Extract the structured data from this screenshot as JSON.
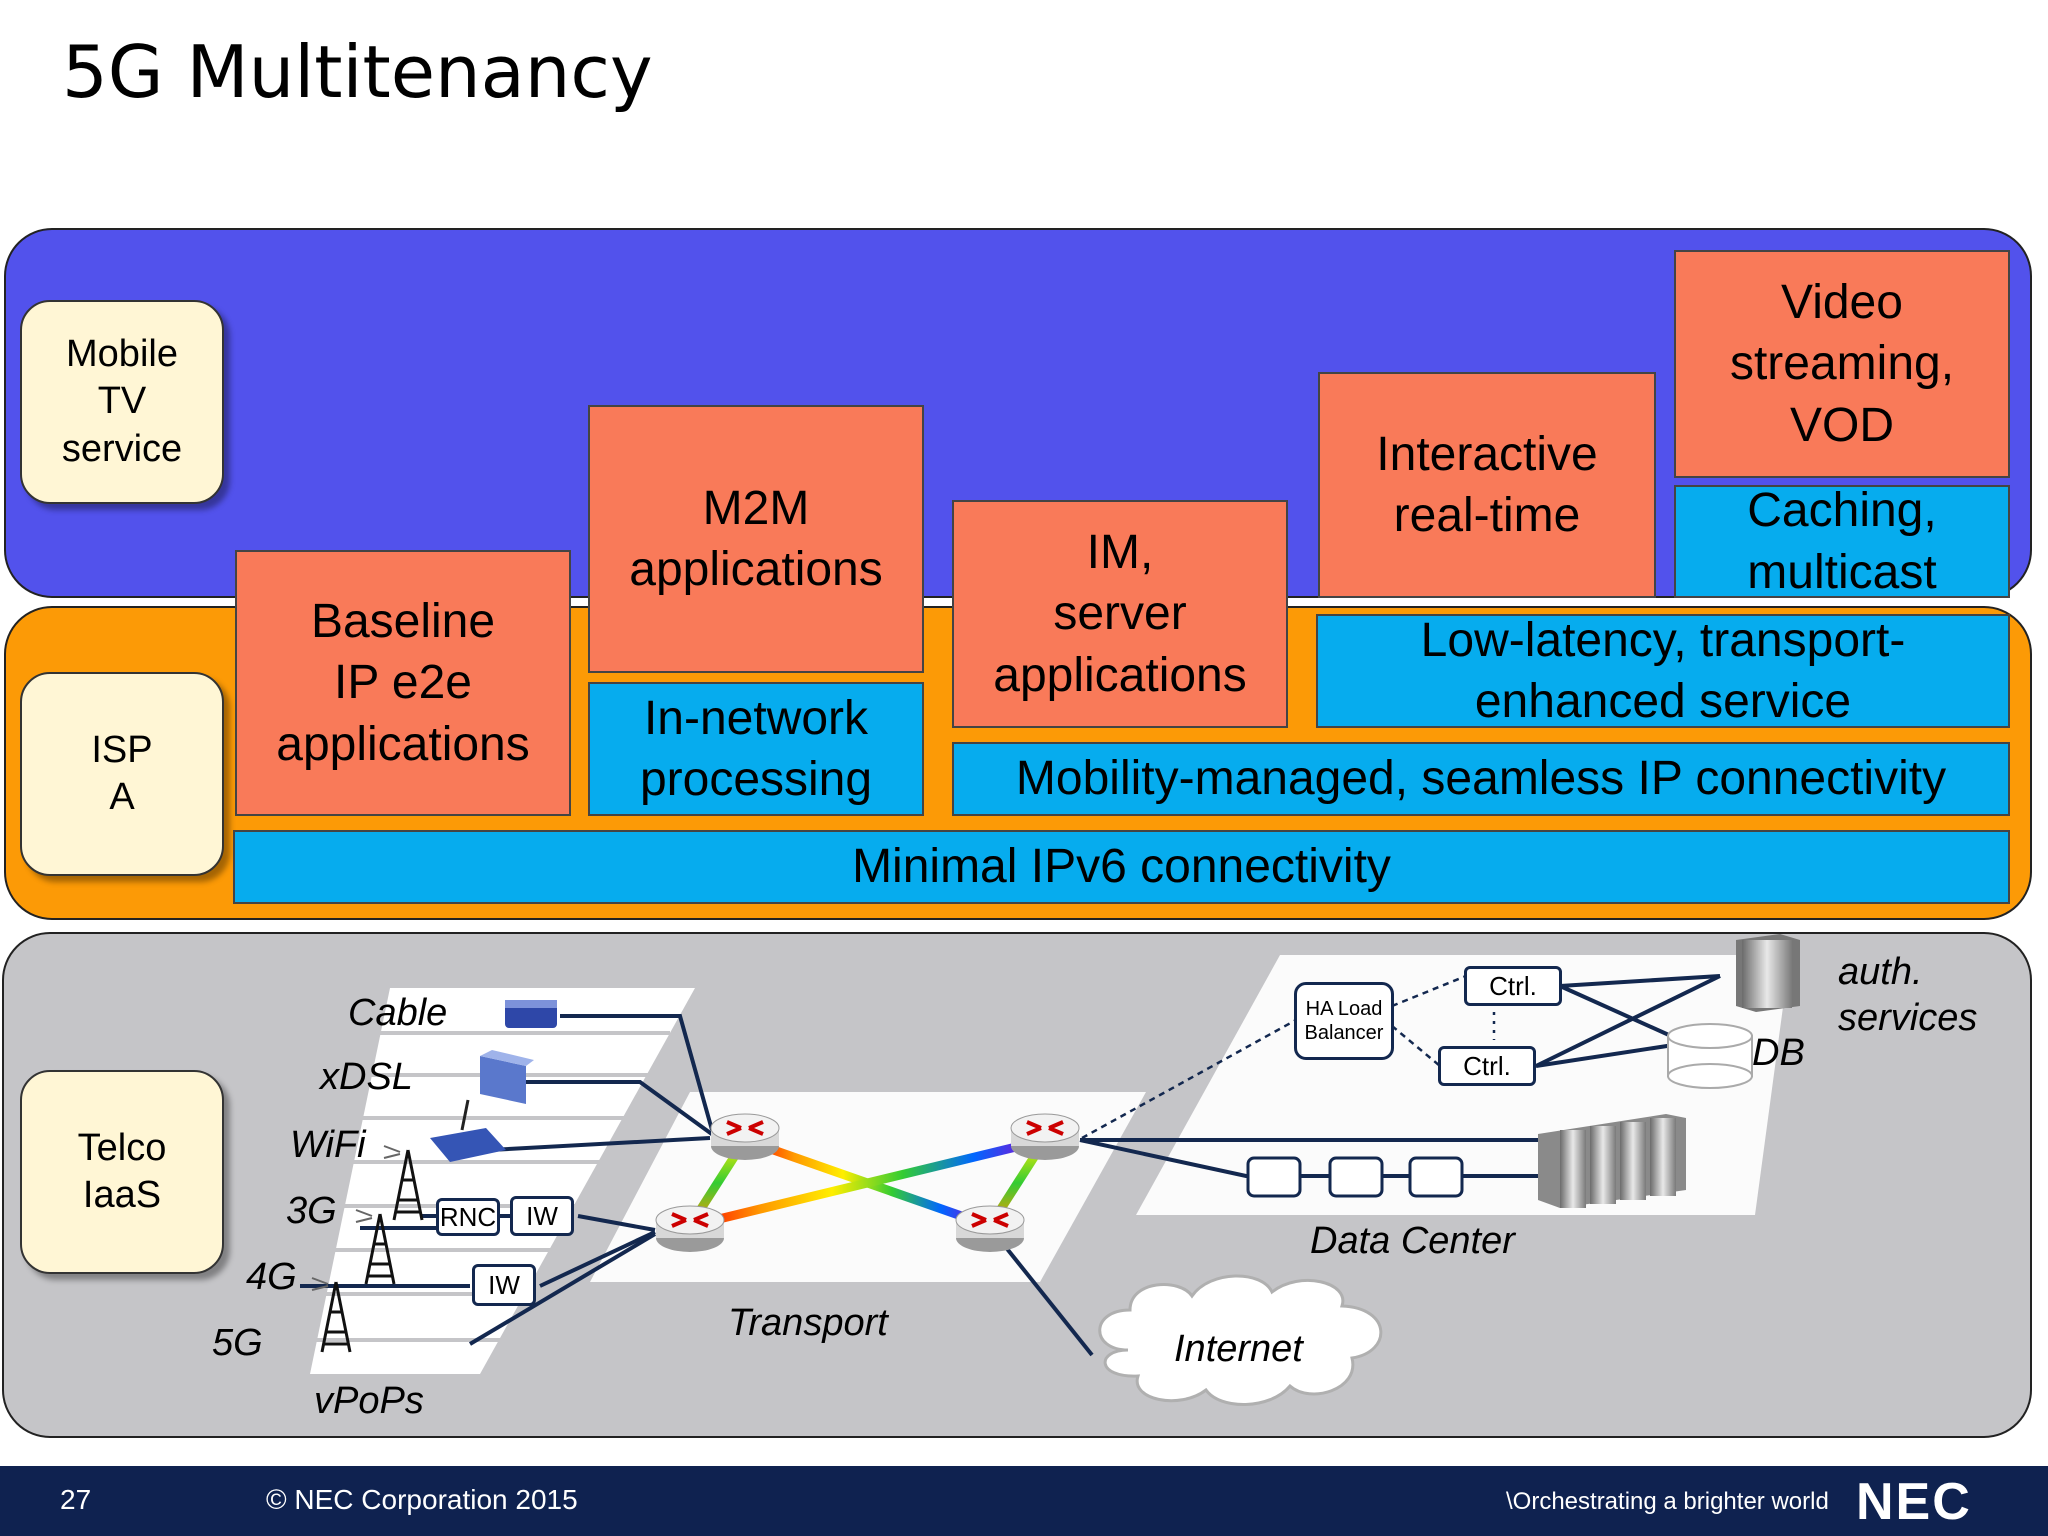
{
  "title": "5G Multitenancy",
  "tenants": {
    "mobile_tv": "Mobile\nTV\nservice",
    "isp": "ISP\nA",
    "telco": "Telco\nIaaS"
  },
  "apps": {
    "baseline": "Baseline\nIP e2e\napplications",
    "m2m": "M2M\napplications",
    "im": "IM,\nserver\napplications",
    "interactive": "Interactive\nreal-time",
    "video": "Video\nstreaming,\nVOD"
  },
  "services": {
    "in_network": "In-network\nprocessing",
    "caching": "Caching,\nmulticast",
    "low_latency": "Low-latency, transport-\nenhanced service",
    "mobility": "Mobility-managed, seamless IP connectivity",
    "minimal": "Minimal IPv6 connectivity"
  },
  "access": {
    "cable": "Cable",
    "xdsl": "xDSL",
    "wifi": "WiFi",
    "g3": "3G",
    "g4": "4G",
    "g5": "5G",
    "vpops": "vPoPs",
    "rnc": "RNC",
    "iw1": "IW",
    "iw2": "IW"
  },
  "network": {
    "transport": "Transport",
    "data_center": "Data Center",
    "internet": "Internet",
    "ha_lb": "HA Load\nBalancer",
    "ctrl1": "Ctrl.",
    "ctrl2": "Ctrl.",
    "db": "DB",
    "auth": "auth.\nservices"
  },
  "footer": {
    "page": "27",
    "copyright": "© NEC Corporation 2015",
    "tagline": "\\Orchestrating a brighter world",
    "logo": "NEC"
  },
  "colors": {
    "app_layer": "#5252ec",
    "isp_layer": "#fc9a06",
    "iaas_layer": "#c5c5c8",
    "app_box": "#f97a59",
    "service_box": "#06acee",
    "footer_bg": "#0f2250"
  }
}
